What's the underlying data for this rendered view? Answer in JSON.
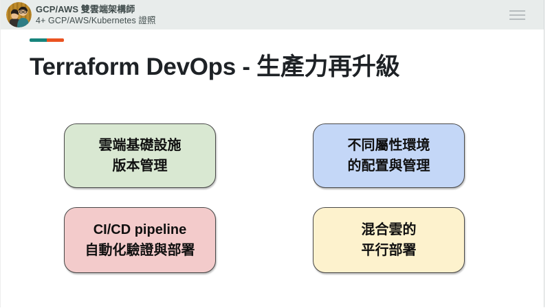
{
  "header": {
    "bg": "#e8eceb",
    "name": "GCP/AWS 雙雲端架構師",
    "credentials": "4+ GCP/AWS/Kubernetes 證照",
    "avatar_icon": "instructor-avatar",
    "menu_icon": "hamburger-menu-icon"
  },
  "slide": {
    "title": "Terraform DevOps - 生產力再升級",
    "accent": {
      "teal": "#17847c",
      "orange": "#ea5321"
    },
    "boxes": [
      {
        "name": "cloud-infra-versioning",
        "line1": "雲端基礎設施",
        "line2": "版本管理",
        "bg": "#d9e8d2"
      },
      {
        "name": "multi-env-config",
        "line1": "不同屬性環境",
        "line2": "的配置與管理",
        "bg": "#c4d7f7"
      },
      {
        "name": "cicd-pipeline-automation",
        "line1": "CI/CD pipeline",
        "line2": "自動化驗證與部署",
        "bg": "#f3cbcb"
      },
      {
        "name": "hybrid-cloud-parallel-deploy",
        "line1": "混合雲的",
        "line2": "平行部署",
        "bg": "#fdf2cd"
      }
    ]
  }
}
